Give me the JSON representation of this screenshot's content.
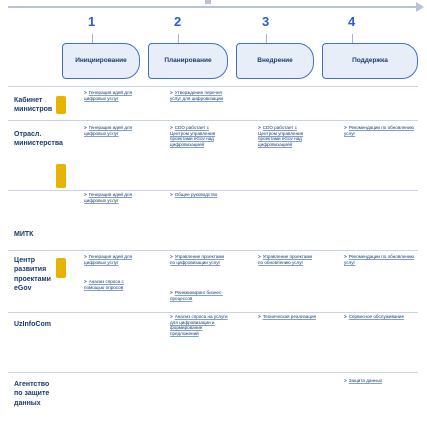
{
  "stages": [
    "1",
    "2",
    "3",
    "4"
  ],
  "phases": [
    "Инициирование",
    "Планирование",
    "Внедрение",
    "Поддержка"
  ],
  "rows": [
    {
      "label": "Кабинет министров"
    },
    {
      "label": "Отрасл. министерства"
    },
    {
      "label": "МИТК"
    },
    {
      "label": "Центр развития проектами eGov"
    },
    {
      "label": "UzInfoCom"
    },
    {
      "label": "Агентство по защите данных"
    }
  ],
  "items": {
    "cab_1": "Генерация идей для цифровых услуг",
    "cab_2": "Утверждение перечня услуг для цифровизации",
    "otr_1": "Генерация идей для цифровых услуг",
    "otr_2": "CDO работает с Центром управления проектами eGov над цифровизацией",
    "otr_3": "CDO работает с Центром управления проектами eGov над цифровизацией",
    "otr_4": "Рекомендации по обновлению услуг",
    "mitk_1": "Генерация идей для цифровых услуг",
    "mitk_2": "Общее руководство",
    "cen_1": "Генерация идей для цифровых услуг",
    "cen_1b": "Анализ спроса с помощью опросов",
    "cen_2": "Управление проектами по цифровизации услуг",
    "cen_2b": "Реинжиниринг бизнес-процессов",
    "cen_3": "Управление проектами по обновлению услуг",
    "cen_4": "Рекомендации по обновлению услуг",
    "uzi_2": "Анализ спроса на услуги для цифровизации и формирование предложений",
    "uzi_3": "Техническая реализация",
    "uzi_4": "Сервисное обслуживание",
    "agen_4": "Защита данных"
  },
  "colors": {
    "accent": "#3f6fd0",
    "stage_number": "#2a5bd7",
    "band_cabinet": "#e6b300",
    "band_otrasl": "#e6b300",
    "band_center": "#e6b300"
  }
}
